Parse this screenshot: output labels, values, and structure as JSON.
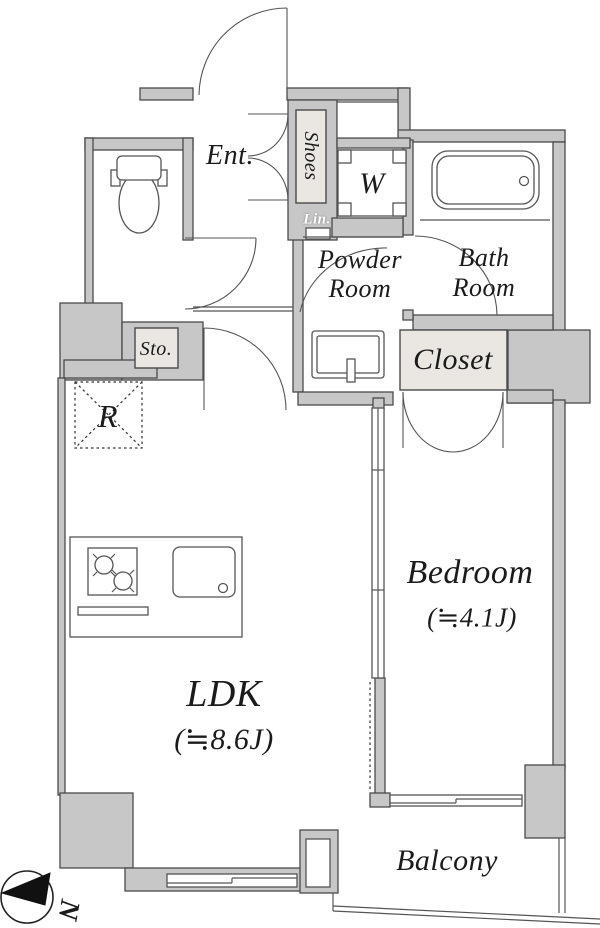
{
  "rooms": {
    "entrance": {
      "label": "Ent."
    },
    "shoes": {
      "label": "Shoes"
    },
    "linen": {
      "label": "Lin."
    },
    "washer": {
      "label": "W"
    },
    "powder_room": {
      "line1": "Powder",
      "line2": "Room"
    },
    "bath_room": {
      "line1": "Bath",
      "line2": "Room"
    },
    "storage": {
      "label": "Sto."
    },
    "closet": {
      "label": "Closet"
    },
    "refrigerator": {
      "label": "R"
    },
    "ldk": {
      "label": "LDK",
      "size": "(≒8.6J)"
    },
    "bedroom": {
      "label": "Bedroom",
      "size": "(≒4.1J)"
    },
    "balcony": {
      "label": "Balcony"
    }
  },
  "compass": {
    "north": "N"
  },
  "colors": {
    "wall_fill": "#c7c7c7",
    "line": "#4a4a4a",
    "cabinet_fill": "#eae7e2",
    "text": "#1b1b1b",
    "compass_fill": "#111111"
  }
}
